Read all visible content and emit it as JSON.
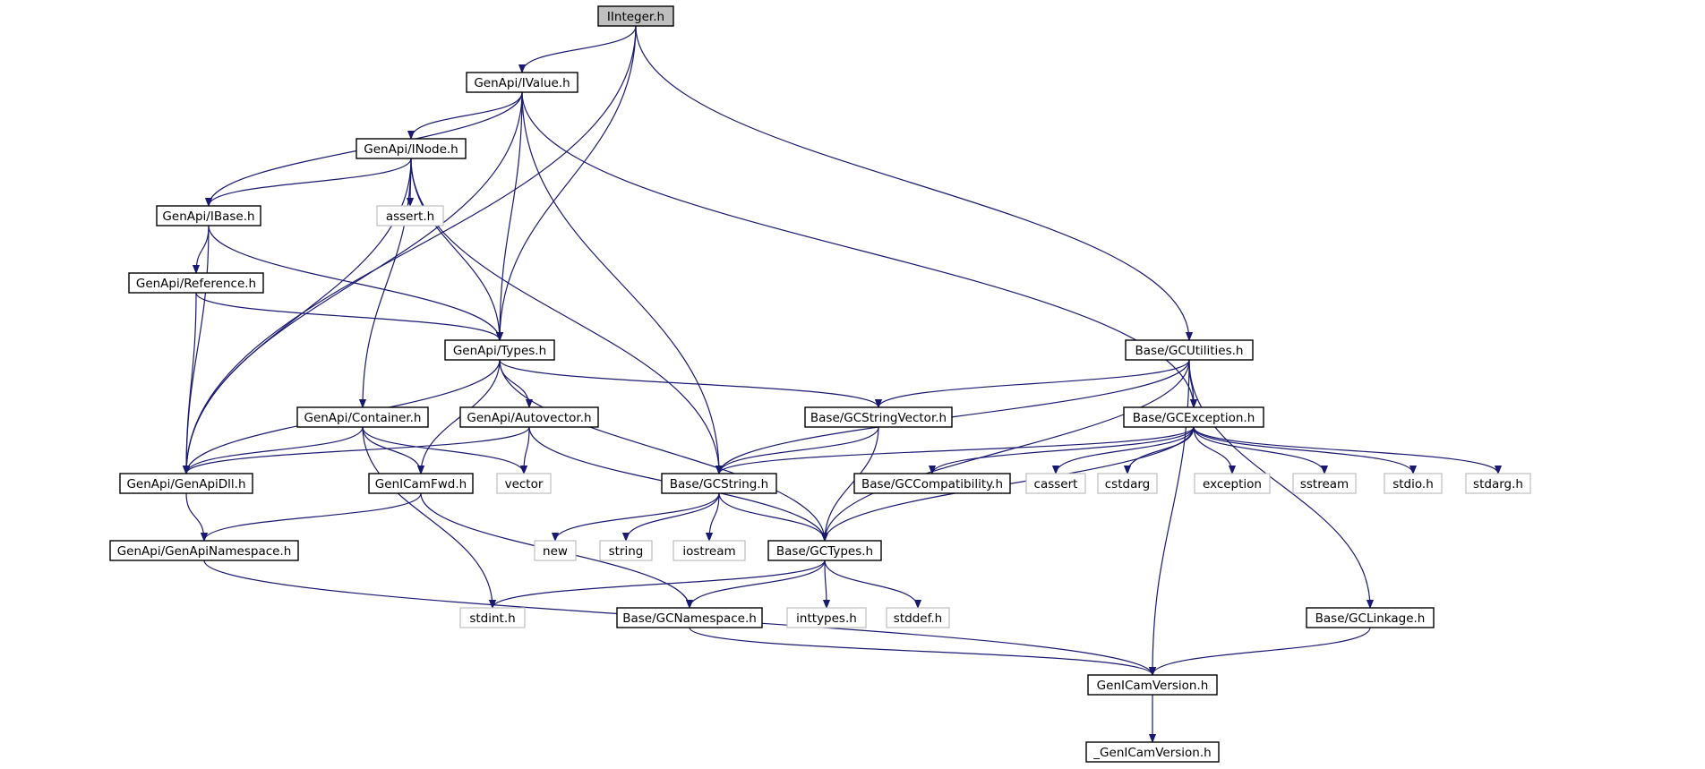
{
  "graph": {
    "nodes": [
      {
        "id": "IInteger.h",
        "label": "IInteger.h",
        "kind": "root"
      },
      {
        "id": "GenApi/IValue.h",
        "label": "GenApi/IValue.h",
        "kind": "main"
      },
      {
        "id": "GenApi/INode.h",
        "label": "GenApi/INode.h",
        "kind": "main"
      },
      {
        "id": "GenApi/IBase.h",
        "label": "GenApi/IBase.h",
        "kind": "main"
      },
      {
        "id": "assert.h",
        "label": "assert.h",
        "kind": "ext"
      },
      {
        "id": "GenApi/Reference.h",
        "label": "GenApi/Reference.h",
        "kind": "main"
      },
      {
        "id": "GenApi/Types.h",
        "label": "GenApi/Types.h",
        "kind": "main"
      },
      {
        "id": "Base/GCUtilities.h",
        "label": "Base/GCUtilities.h",
        "kind": "main"
      },
      {
        "id": "GenApi/Container.h",
        "label": "GenApi/Container.h",
        "kind": "main"
      },
      {
        "id": "GenApi/Autovector.h",
        "label": "GenApi/Autovector.h",
        "kind": "main"
      },
      {
        "id": "Base/GCStringVector.h",
        "label": "Base/GCStringVector.h",
        "kind": "main"
      },
      {
        "id": "Base/GCException.h",
        "label": "Base/GCException.h",
        "kind": "main"
      },
      {
        "id": "GenApi/GenApiDll.h",
        "label": "GenApi/GenApiDll.h",
        "kind": "main"
      },
      {
        "id": "GenICamFwd.h",
        "label": "GenICamFwd.h",
        "kind": "main"
      },
      {
        "id": "vector",
        "label": "vector",
        "kind": "ext"
      },
      {
        "id": "Base/GCString.h",
        "label": "Base/GCString.h",
        "kind": "main"
      },
      {
        "id": "Base/GCCompatibility.h",
        "label": "Base/GCCompatibility.h",
        "kind": "main"
      },
      {
        "id": "cassert",
        "label": "cassert",
        "kind": "ext"
      },
      {
        "id": "cstdarg",
        "label": "cstdarg",
        "kind": "ext"
      },
      {
        "id": "exception",
        "label": "exception",
        "kind": "ext"
      },
      {
        "id": "sstream",
        "label": "sstream",
        "kind": "ext"
      },
      {
        "id": "stdio.h",
        "label": "stdio.h",
        "kind": "ext"
      },
      {
        "id": "stdarg.h",
        "label": "stdarg.h",
        "kind": "ext"
      },
      {
        "id": "GenApi/GenApiNamespace.h",
        "label": "GenApi/GenApiNamespace.h",
        "kind": "main"
      },
      {
        "id": "new",
        "label": "new",
        "kind": "ext"
      },
      {
        "id": "string",
        "label": "string",
        "kind": "ext"
      },
      {
        "id": "iostream",
        "label": "iostream",
        "kind": "ext"
      },
      {
        "id": "Base/GCTypes.h",
        "label": "Base/GCTypes.h",
        "kind": "main"
      },
      {
        "id": "stdint.h",
        "label": "stdint.h",
        "kind": "ext"
      },
      {
        "id": "Base/GCNamespace.h",
        "label": "Base/GCNamespace.h",
        "kind": "main"
      },
      {
        "id": "inttypes.h",
        "label": "inttypes.h",
        "kind": "ext"
      },
      {
        "id": "stddef.h",
        "label": "stddef.h",
        "kind": "ext"
      },
      {
        "id": "Base/GCLinkage.h",
        "label": "Base/GCLinkage.h",
        "kind": "main"
      },
      {
        "id": "GenICamVersion.h",
        "label": "GenICamVersion.h",
        "kind": "main"
      },
      {
        "id": "_GenICamVersion.h",
        "label": "_GenICamVersion.h",
        "kind": "main"
      }
    ],
    "edges": [
      [
        "IInteger.h",
        "GenApi/IValue.h"
      ],
      [
        "IInteger.h",
        "GenApi/GenApiDll.h"
      ],
      [
        "IInteger.h",
        "GenApi/Types.h"
      ],
      [
        "IInteger.h",
        "Base/GCUtilities.h"
      ],
      [
        "GenApi/IValue.h",
        "GenApi/INode.h"
      ],
      [
        "GenApi/IValue.h",
        "GenApi/IBase.h"
      ],
      [
        "GenApi/IValue.h",
        "GenApi/GenApiDll.h"
      ],
      [
        "GenApi/IValue.h",
        "GenApi/Types.h"
      ],
      [
        "GenApi/IValue.h",
        "Base/GCString.h"
      ],
      [
        "GenApi/IValue.h",
        "Base/GCException.h"
      ],
      [
        "GenApi/INode.h",
        "GenApi/IBase.h"
      ],
      [
        "GenApi/INode.h",
        "assert.h"
      ],
      [
        "GenApi/INode.h",
        "GenApi/Types.h"
      ],
      [
        "GenApi/INode.h",
        "GenApi/Container.h"
      ],
      [
        "GenApi/INode.h",
        "GenApi/GenApiDll.h"
      ],
      [
        "GenApi/INode.h",
        "Base/GCString.h"
      ],
      [
        "GenApi/IBase.h",
        "GenApi/Reference.h"
      ],
      [
        "GenApi/IBase.h",
        "GenApi/GenApiDll.h"
      ],
      [
        "GenApi/IBase.h",
        "GenApi/Types.h"
      ],
      [
        "GenApi/Reference.h",
        "GenApi/Types.h"
      ],
      [
        "GenApi/Reference.h",
        "GenApi/GenApiDll.h"
      ],
      [
        "GenApi/Types.h",
        "GenApi/Autovector.h"
      ],
      [
        "GenApi/Types.h",
        "GenApi/GenApiDll.h"
      ],
      [
        "GenApi/Types.h",
        "GenICamFwd.h"
      ],
      [
        "GenApi/Types.h",
        "Base/GCStringVector.h"
      ],
      [
        "GenApi/Types.h",
        "Base/GCTypes.h"
      ],
      [
        "GenApi/Container.h",
        "GenApi/GenApiDll.h"
      ],
      [
        "GenApi/Container.h",
        "GenICamFwd.h"
      ],
      [
        "GenApi/Container.h",
        "vector"
      ],
      [
        "GenApi/Container.h",
        "stdint.h"
      ],
      [
        "GenApi/Autovector.h",
        "GenApi/GenApiDll.h"
      ],
      [
        "GenApi/Autovector.h",
        "vector"
      ],
      [
        "GenApi/Autovector.h",
        "Base/GCTypes.h"
      ],
      [
        "Base/GCUtilities.h",
        "Base/GCStringVector.h"
      ],
      [
        "Base/GCUtilities.h",
        "Base/GCException.h"
      ],
      [
        "Base/GCUtilities.h",
        "Base/GCString.h"
      ],
      [
        "Base/GCUtilities.h",
        "Base/GCTypes.h"
      ],
      [
        "Base/GCUtilities.h",
        "Base/GCLinkage.h"
      ],
      [
        "Base/GCUtilities.h",
        "GenICamVersion.h"
      ],
      [
        "Base/GCStringVector.h",
        "Base/GCString.h"
      ],
      [
        "Base/GCStringVector.h",
        "Base/GCTypes.h"
      ],
      [
        "Base/GCException.h",
        "Base/GCString.h"
      ],
      [
        "Base/GCException.h",
        "Base/GCCompatibility.h"
      ],
      [
        "Base/GCException.h",
        "cassert"
      ],
      [
        "Base/GCException.h",
        "cstdarg"
      ],
      [
        "Base/GCException.h",
        "exception"
      ],
      [
        "Base/GCException.h",
        "sstream"
      ],
      [
        "Base/GCException.h",
        "stdio.h"
      ],
      [
        "Base/GCException.h",
        "stdarg.h"
      ],
      [
        "Base/GCException.h",
        "Base/GCTypes.h"
      ],
      [
        "GenApi/GenApiDll.h",
        "GenApi/GenApiNamespace.h"
      ],
      [
        "GenICamFwd.h",
        "GenApi/GenApiNamespace.h"
      ],
      [
        "GenICamFwd.h",
        "Base/GCNamespace.h"
      ],
      [
        "Base/GCString.h",
        "new"
      ],
      [
        "Base/GCString.h",
        "string"
      ],
      [
        "Base/GCString.h",
        "iostream"
      ],
      [
        "Base/GCString.h",
        "Base/GCTypes.h"
      ],
      [
        "Base/GCTypes.h",
        "stdint.h"
      ],
      [
        "Base/GCTypes.h",
        "Base/GCNamespace.h"
      ],
      [
        "Base/GCTypes.h",
        "inttypes.h"
      ],
      [
        "Base/GCTypes.h",
        "stddef.h"
      ],
      [
        "GenApi/GenApiNamespace.h",
        "GenICamVersion.h"
      ],
      [
        "Base/GCNamespace.h",
        "GenICamVersion.h"
      ],
      [
        "Base/GCLinkage.h",
        "GenICamVersion.h"
      ],
      [
        "GenICamVersion.h",
        "_GenICamVersion.h"
      ]
    ]
  },
  "colors": {
    "edge": "#191970",
    "root_fill": "#bfbfbf",
    "node_border": "#000000",
    "ext_border": "#bfbfbf"
  }
}
